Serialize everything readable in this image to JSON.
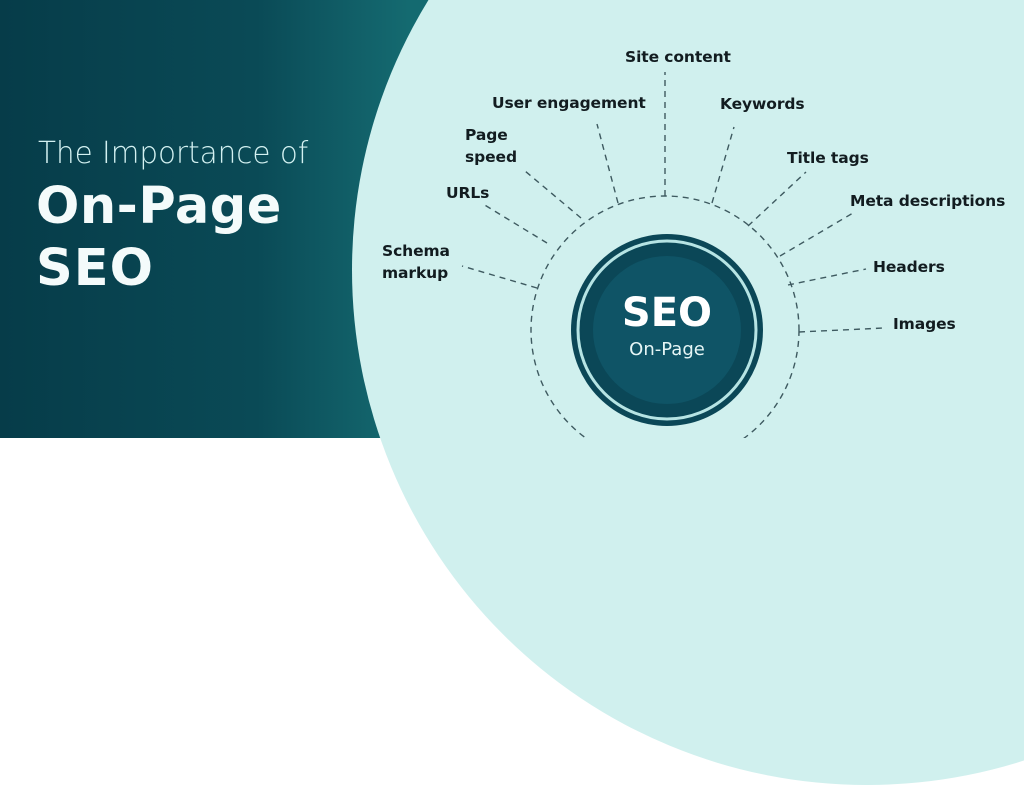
{
  "colors": {
    "background_dark": "#063c49",
    "background_teal": "#146a70",
    "circle_light": "#d0f0ee",
    "disk_outer": "#0b4757",
    "disk_inner": "#0f5466",
    "disk_ring_light": "#b6e4e4",
    "label_text": "#121c20",
    "dash_line": "#3e5a60"
  },
  "headline": {
    "intro": "The Importance of",
    "line1": "On-Page",
    "line2": "SEO"
  },
  "center_badge": {
    "title": "SEO",
    "subtitle": "On-Page"
  },
  "factors": [
    {
      "id": "schema-markup",
      "lines": [
        "Schema",
        "markup"
      ]
    },
    {
      "id": "urls",
      "lines": [
        "URLs"
      ]
    },
    {
      "id": "page-speed",
      "lines": [
        "Page",
        "speed"
      ]
    },
    {
      "id": "user-engagement",
      "lines": [
        "User engagement"
      ]
    },
    {
      "id": "site-content",
      "lines": [
        "Site content"
      ]
    },
    {
      "id": "keywords",
      "lines": [
        "Keywords"
      ]
    },
    {
      "id": "title-tags",
      "lines": [
        "Title tags"
      ]
    },
    {
      "id": "meta-descriptions",
      "lines": [
        "Meta descriptions"
      ]
    },
    {
      "id": "headers",
      "lines": [
        "Headers"
      ]
    },
    {
      "id": "images",
      "lines": [
        "Images"
      ]
    }
  ]
}
